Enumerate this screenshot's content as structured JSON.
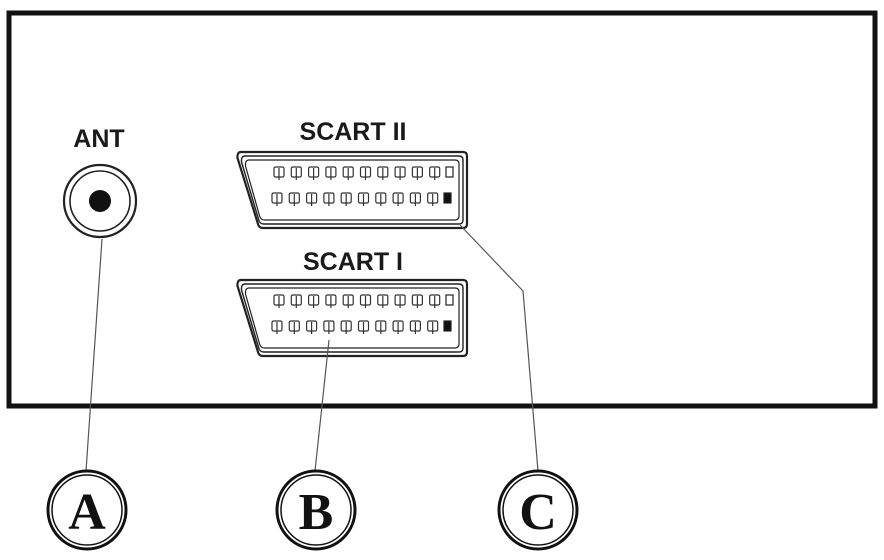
{
  "panel": {
    "labels": {
      "ant": "ANT",
      "scart_2": "SCART II",
      "scart_1": "SCART I"
    }
  },
  "callouts": {
    "a": "A",
    "b": "B",
    "c": "C"
  },
  "colors": {
    "ink": "#111111",
    "leader": "#555555",
    "background": "#ffffff"
  }
}
